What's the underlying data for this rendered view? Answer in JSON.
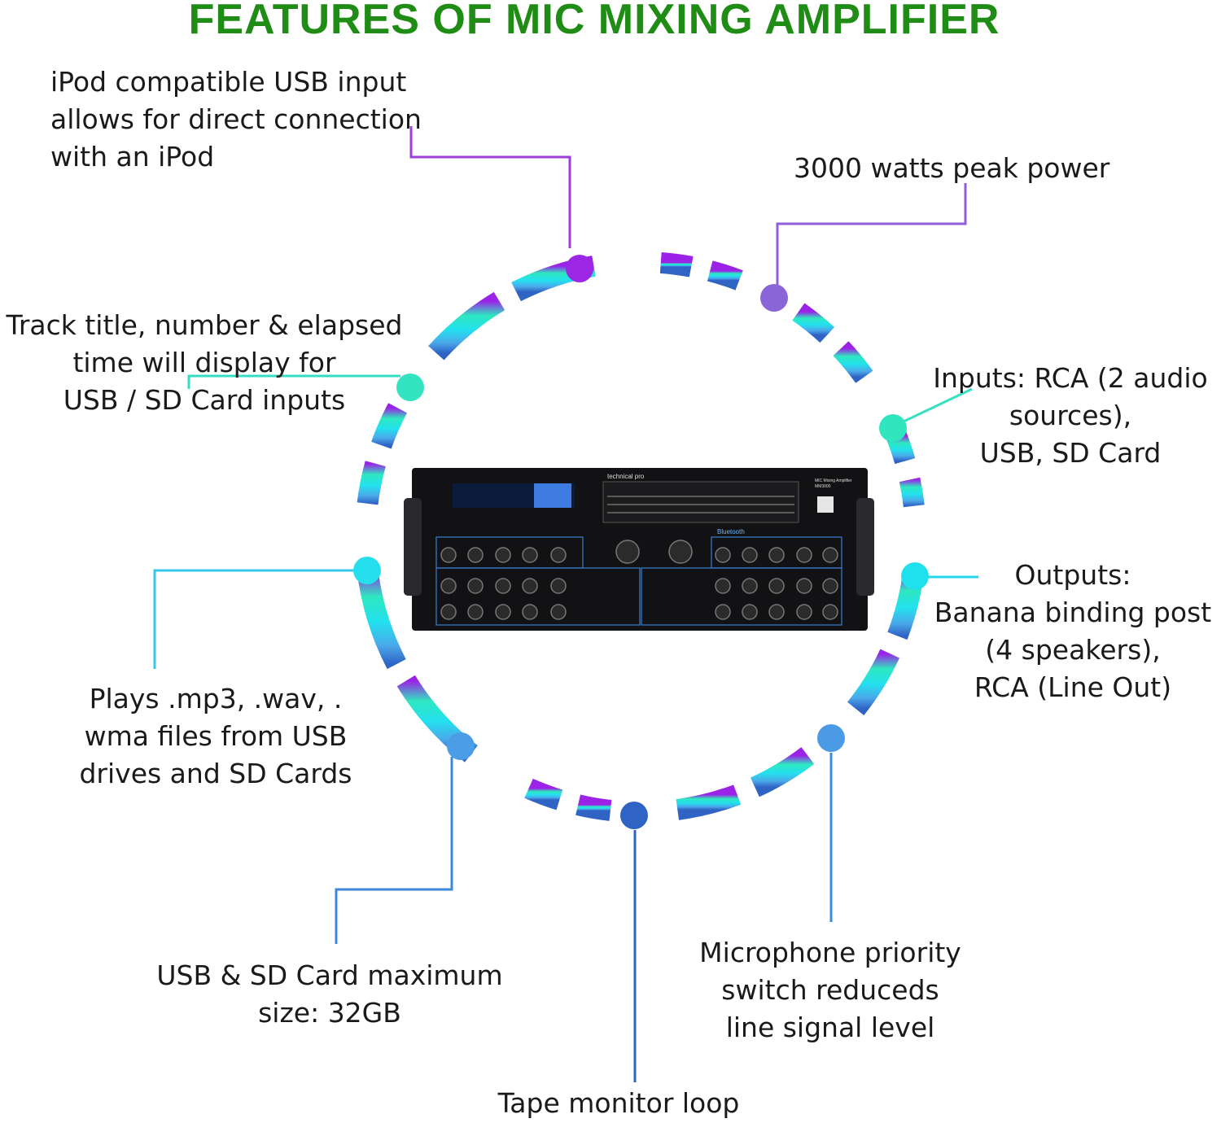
{
  "title": "FEATURES OF MIC MIXING AMPLIFIER",
  "colors": {
    "title": "#1f8c15",
    "ring_top": "#9b22e6",
    "ring_mid": "#2ee8c0",
    "ring_side": "#23e1ee",
    "ring_bottom": "#2f63c4"
  },
  "features": {
    "ipod": [
      "iPod compatible USB input",
      "allows for direct connection",
      "with an iPod"
    ],
    "power": [
      "3000 watts peak power"
    ],
    "track": [
      "Track title, number & elapsed",
      "time will display for",
      "USB / SD Card inputs"
    ],
    "inputs": [
      "Inputs: RCA (2 audio",
      "sources),",
      "USB, SD Card"
    ],
    "outputs": [
      "Outputs:",
      "Banana binding post",
      "(4 speakers),",
      "RCA (Line Out)"
    ],
    "plays": [
      "Plays .mp3, .wav, .",
      "wma files from USB",
      "drives and SD Cards"
    ],
    "storage": [
      "USB & SD Card maximum",
      "size: 32GB"
    ],
    "micpriority": [
      "Microphone priority",
      "switch reduceds",
      "line signal level"
    ],
    "tape": [
      "Tape monitor loop"
    ]
  },
  "amplifier": {
    "brand": "technical pro",
    "model_title": "MIC Mixing Amplifier",
    "model": "MM3000",
    "bluetooth": "Bluetooth",
    "icon": "amplifier-image"
  }
}
